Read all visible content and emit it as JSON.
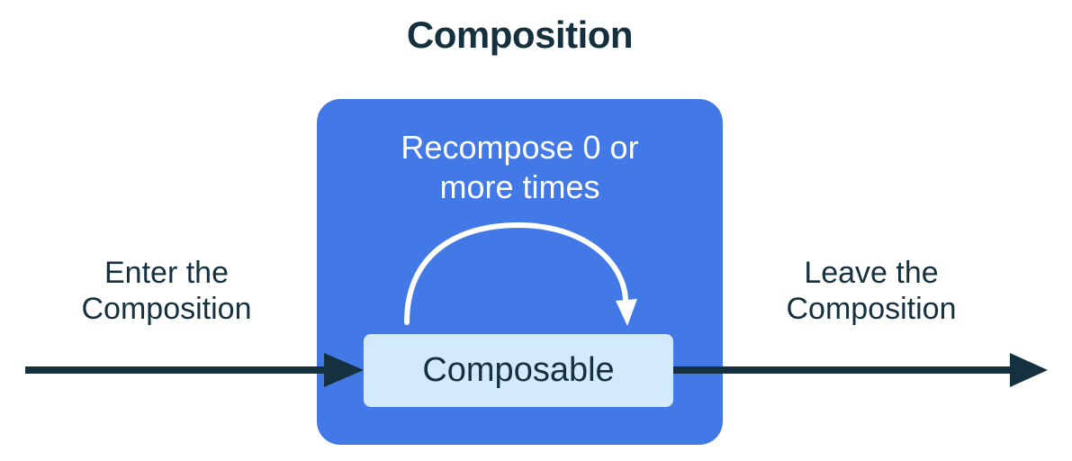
{
  "title": "Composition",
  "diagram": {
    "recompose_label": "Recompose 0 or more times",
    "composable_label": "Composable",
    "enter_label": "Enter the Composition",
    "leave_label": "Leave the Composition"
  },
  "icons": {
    "recompose_arc": "curved-arrow-looping-over-composable",
    "enter_arrow": "right-arrow-into-composition",
    "leave_arrow": "right-arrow-out-of-composition"
  },
  "colors": {
    "blue": "#4379E7",
    "light_blue": "#D3E9FC",
    "navy": "#15303F",
    "white": "#FFFFFF"
  }
}
